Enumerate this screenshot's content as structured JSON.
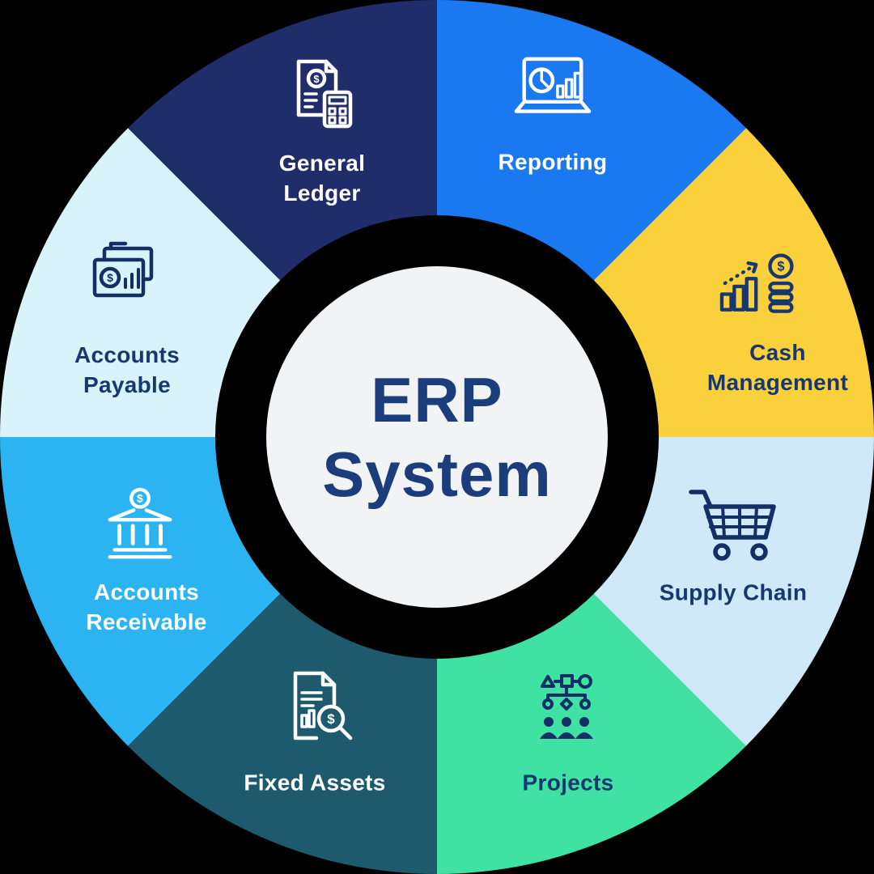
{
  "diagram": {
    "background": "#000000",
    "center": {
      "title": "ERP System",
      "title_lines": [
        "ERP",
        "System"
      ],
      "circle_color": "#f1f3f5",
      "text_color": "#1b3d7c"
    },
    "wheel": {
      "inner_gap_color": "#000000",
      "segment_angle_deg": 45,
      "segments": [
        {
          "label": "Reporting",
          "lines": [
            "Reporting"
          ],
          "color": "#1a78f0",
          "text_color": "#ffffff",
          "icon": "laptop-analytics-icon",
          "icon_color": "#ffffff"
        },
        {
          "label": "Cash Management",
          "lines": [
            "Cash",
            "Management"
          ],
          "color": "#fad03d",
          "text_color": "#16376f",
          "icon": "coins-growth-chart-icon",
          "icon_color": "#16376f"
        },
        {
          "label": "Supply Chain",
          "lines": [
            "Supply Chain"
          ],
          "color": "#cfe9f8",
          "text_color": "#16376f",
          "icon": "shopping-cart-icon",
          "icon_color": "#132f66"
        },
        {
          "label": "Projects",
          "lines": [
            "Projects"
          ],
          "color": "#40e2a4",
          "text_color": "#16376f",
          "icon": "team-org-chart-icon",
          "icon_color": "#132f66"
        },
        {
          "label": "Fixed Assets",
          "lines": [
            "Fixed Assets"
          ],
          "color": "#1d5a6d",
          "text_color": "#ffffff",
          "icon": "document-audit-magnifier-icon",
          "icon_color": "#ffffff"
        },
        {
          "label": "Accounts Receivable",
          "lines": [
            "Accounts",
            "Receivable"
          ],
          "color": "#2bb3f2",
          "text_color": "#ffffff",
          "icon": "bank-coin-icon",
          "icon_color": "#ffffff"
        },
        {
          "label": "Accounts Payable",
          "lines": [
            "Accounts",
            "Payable"
          ],
          "color": "#d9f3fa",
          "text_color": "#16376f",
          "icon": "invoice-folders-icon",
          "icon_color": "#132f66"
        },
        {
          "label": "General Ledger",
          "lines": [
            "General",
            "Ledger"
          ],
          "color": "#1f2d6b",
          "text_color": "#ffffff",
          "icon": "ledger-calculator-icon",
          "icon_color": "#ffffff"
        }
      ]
    }
  }
}
